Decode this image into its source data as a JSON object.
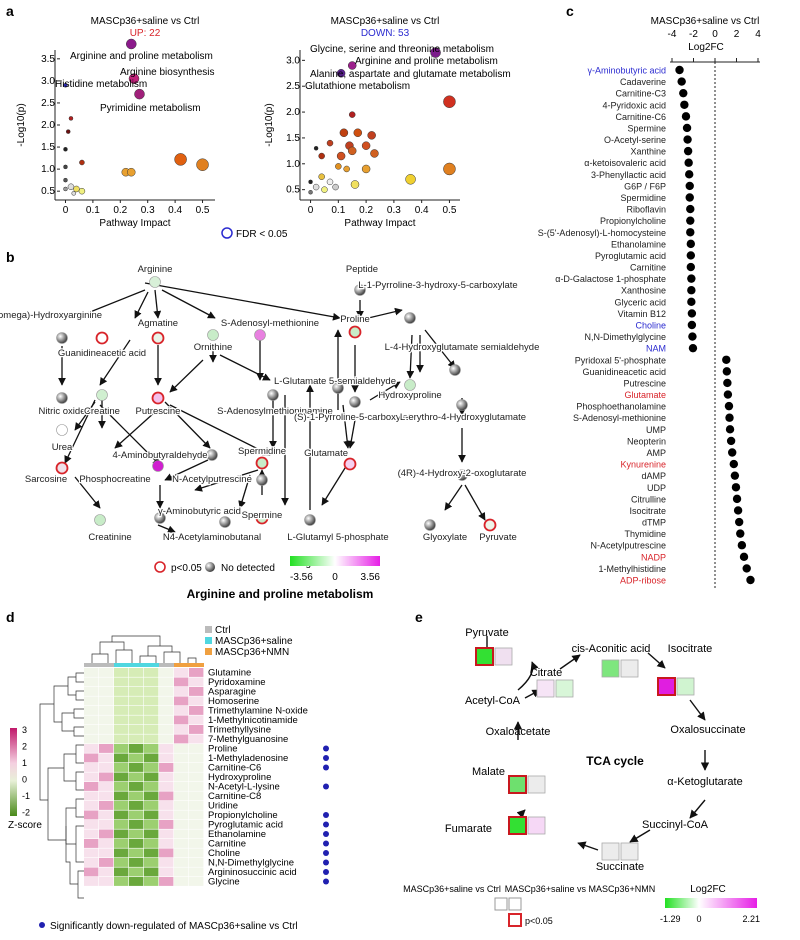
{
  "panel_labels": {
    "a": "a",
    "b": "b",
    "c": "c",
    "d": "d",
    "e": "e"
  },
  "colors": {
    "up": "#d8242a",
    "down": "#2b2bd0",
    "grad_low": "#22e022",
    "grad_high": "#e61ee6"
  },
  "panel_a": {
    "left": {
      "title": "MASCp36+saline vs Ctrl",
      "subtitle": "UP: 22",
      "xlabel": "Pathway Impact",
      "ylabel": "-Log10(p)",
      "xticks": [
        "0",
        "0.1",
        "0.2",
        "0.3",
        "0.4",
        "0.5"
      ],
      "yticks": [
        "0.5",
        "1.0",
        "1.5",
        "2.0",
        "2.5",
        "3.0",
        "3.5"
      ],
      "annotations": [
        "Arginine and proline metabolism",
        "Arginine biosynthesis",
        "Histidine metabolism",
        "Pyrimidine metabolism"
      ]
    },
    "right": {
      "title": "MASCp36+saline vs Ctrl",
      "subtitle": "DOWN: 53",
      "xlabel": "Pathway Impact",
      "ylabel": "-Log10(p)",
      "xticks": [
        "0",
        "0.1",
        "0.2",
        "0.3",
        "0.4",
        "0.5"
      ],
      "yticks": [
        "0.5",
        "1.0",
        "1.5",
        "2.0",
        "2.5",
        "3.0"
      ],
      "annotations": [
        "Glycine, serine and threonine metabolism",
        "Arginine and proline metabolism",
        "Alanine, aspartate and glutamate metabolism",
        "Glutathione metabolism"
      ]
    },
    "legend": "FDR < 0.05"
  },
  "chart_data": [
    {
      "type": "scatter",
      "title": "MASCp36+saline vs Ctrl",
      "subtitle": "UP: 22",
      "xlabel": "Pathway Impact",
      "ylabel": "-Log10(p)",
      "xlim": [
        -0.02,
        0.52
      ],
      "ylim": [
        0.3,
        3.7
      ],
      "points": [
        {
          "x": 0.24,
          "y": 3.85,
          "color": "#8b1a8b",
          "r": 5
        },
        {
          "x": 0.25,
          "y": 3.05,
          "color": "#c0227a",
          "r": 5
        },
        {
          "x": 0.27,
          "y": 2.7,
          "color": "#a0207a",
          "r": 5
        },
        {
          "x": 0.0,
          "y": 2.9,
          "color": "#3030c0",
          "r": 2
        },
        {
          "x": 0.02,
          "y": 2.15,
          "color": "#b02020",
          "r": 2
        },
        {
          "x": 0.01,
          "y": 1.85,
          "color": "#6b1010",
          "r": 2
        },
        {
          "x": 0.0,
          "y": 1.45,
          "color": "#222",
          "r": 2
        },
        {
          "x": 0.06,
          "y": 1.15,
          "color": "#b03010",
          "r": 2.5
        },
        {
          "x": 0.0,
          "y": 1.05,
          "color": "#444",
          "r": 2
        },
        {
          "x": 0.42,
          "y": 1.22,
          "color": "#e06010",
          "r": 6
        },
        {
          "x": 0.5,
          "y": 1.1,
          "color": "#e08020",
          "r": 6
        },
        {
          "x": 0.22,
          "y": 0.93,
          "color": "#e8a030",
          "r": 4
        },
        {
          "x": 0.24,
          "y": 0.93,
          "color": "#e8a030",
          "r": 4
        },
        {
          "x": 0.0,
          "y": 0.75,
          "color": "#555",
          "r": 2
        },
        {
          "x": 0.02,
          "y": 0.6,
          "color": "#ddd",
          "r": 3
        },
        {
          "x": 0.04,
          "y": 0.55,
          "color": "#f0e060",
          "r": 3
        },
        {
          "x": 0.06,
          "y": 0.5,
          "color": "#f0f080",
          "r": 3
        },
        {
          "x": 0.0,
          "y": 0.55,
          "color": "#999",
          "r": 2
        },
        {
          "x": 0.03,
          "y": 0.45,
          "color": "#ddd",
          "r": 2
        }
      ]
    },
    {
      "type": "scatter",
      "title": "MASCp36+saline vs Ctrl",
      "subtitle": "DOWN: 53",
      "xlabel": "Pathway Impact",
      "ylabel": "-Log10(p)",
      "xlim": [
        -0.02,
        0.52
      ],
      "ylim": [
        0.3,
        3.2
      ],
      "points": [
        {
          "x": 0.45,
          "y": 3.15,
          "color": "#7b1a8b",
          "r": 5
        },
        {
          "x": 0.15,
          "y": 2.9,
          "color": "#9b208b",
          "r": 4
        },
        {
          "x": 0.11,
          "y": 2.75,
          "color": "#5a2090",
          "r": 4
        },
        {
          "x": 0.5,
          "y": 2.2,
          "color": "#d03020",
          "r": 6
        },
        {
          "x": 0.15,
          "y": 1.95,
          "color": "#b02020",
          "r": 3
        },
        {
          "x": 0.12,
          "y": 1.6,
          "color": "#c04010",
          "r": 4
        },
        {
          "x": 0.17,
          "y": 1.6,
          "color": "#d05010",
          "r": 4
        },
        {
          "x": 0.07,
          "y": 1.4,
          "color": "#c04020",
          "r": 3
        },
        {
          "x": 0.14,
          "y": 1.35,
          "color": "#c04020",
          "r": 4
        },
        {
          "x": 0.2,
          "y": 1.35,
          "color": "#d05020",
          "r": 4
        },
        {
          "x": 0.22,
          "y": 1.55,
          "color": "#c04020",
          "r": 4
        },
        {
          "x": 0.02,
          "y": 1.3,
          "color": "#222",
          "r": 2
        },
        {
          "x": 0.04,
          "y": 1.15,
          "color": "#b03010",
          "r": 3
        },
        {
          "x": 0.11,
          "y": 1.15,
          "color": "#d05020",
          "r": 4
        },
        {
          "x": 0.15,
          "y": 1.25,
          "color": "#d06020",
          "r": 4
        },
        {
          "x": 0.23,
          "y": 1.2,
          "color": "#d06020",
          "r": 4
        },
        {
          "x": 0.5,
          "y": 0.9,
          "color": "#e08020",
          "r": 6
        },
        {
          "x": 0.1,
          "y": 0.95,
          "color": "#e09020",
          "r": 3
        },
        {
          "x": 0.13,
          "y": 0.9,
          "color": "#e8a030",
          "r": 3
        },
        {
          "x": 0.2,
          "y": 0.9,
          "color": "#e8a030",
          "r": 4
        },
        {
          "x": 0.36,
          "y": 0.7,
          "color": "#f0d030",
          "r": 5
        },
        {
          "x": 0.16,
          "y": 0.6,
          "color": "#f0e060",
          "r": 4
        },
        {
          "x": 0.04,
          "y": 0.75,
          "color": "#e8c040",
          "r": 3
        },
        {
          "x": 0.07,
          "y": 0.65,
          "color": "#eee",
          "r": 3
        },
        {
          "x": 0.02,
          "y": 0.55,
          "color": "#ddd",
          "r": 3
        },
        {
          "x": 0.05,
          "y": 0.5,
          "color": "#f0f080",
          "r": 3
        },
        {
          "x": 0.0,
          "y": 0.65,
          "color": "#222",
          "r": 2
        },
        {
          "x": 0.09,
          "y": 0.55,
          "color": "#ccc",
          "r": 3
        },
        {
          "x": 0.0,
          "y": 0.45,
          "color": "#777",
          "r": 2
        }
      ]
    },
    {
      "type": "scatter",
      "title": "MASCp36+saline vs Ctrl",
      "xlabel": "Log2FC",
      "xlim": [
        -4,
        4
      ],
      "xticks": [
        -4,
        -2,
        0,
        2,
        4
      ],
      "metabolites": [
        {
          "name": "γ-Aminobutyric acid",
          "value": -3.3,
          "color": "#2b2bd0"
        },
        {
          "name": "Cadaverine",
          "value": -3.1,
          "color": "#222"
        },
        {
          "name": "Carnitine-C3",
          "value": -2.95,
          "color": "#222"
        },
        {
          "name": "4-Pyridoxic acid",
          "value": -2.85,
          "color": "#222"
        },
        {
          "name": "Carnitine-C6",
          "value": -2.7,
          "color": "#222"
        },
        {
          "name": "Spermine",
          "value": -2.6,
          "color": "#222"
        },
        {
          "name": "O-Acetyl-serine",
          "value": -2.55,
          "color": "#222"
        },
        {
          "name": "Xanthine",
          "value": -2.5,
          "color": "#222"
        },
        {
          "name": "α-ketoisovaleric acid",
          "value": -2.45,
          "color": "#222"
        },
        {
          "name": "3-Phenyllactic acid",
          "value": -2.4,
          "color": "#222"
        },
        {
          "name": "G6P / F6P",
          "value": -2.35,
          "color": "#222"
        },
        {
          "name": "Spermidine",
          "value": -2.35,
          "color": "#222"
        },
        {
          "name": "Riboflavin",
          "value": -2.3,
          "color": "#222"
        },
        {
          "name": "Propionylcholine",
          "value": -2.3,
          "color": "#222"
        },
        {
          "name": "S-(5'-Adenosyl)-L-homocysteine",
          "value": -2.3,
          "color": "#222"
        },
        {
          "name": "Ethanolamine",
          "value": -2.25,
          "color": "#222"
        },
        {
          "name": "Pyroglutamic acid",
          "value": -2.25,
          "color": "#222"
        },
        {
          "name": "Carnitine",
          "value": -2.25,
          "color": "#222"
        },
        {
          "name": "α-D-Galactose 1-phosphate",
          "value": -2.2,
          "color": "#222"
        },
        {
          "name": "Xanthosine",
          "value": -2.2,
          "color": "#222"
        },
        {
          "name": "Glyceric acid",
          "value": -2.2,
          "color": "#222"
        },
        {
          "name": "Vitamin B12",
          "value": -2.15,
          "color": "#222"
        },
        {
          "name": "Choline",
          "value": -2.15,
          "color": "#2b2bd0"
        },
        {
          "name": "N,N-Dimethylglycine",
          "value": -2.1,
          "color": "#222"
        },
        {
          "name": "NAM",
          "value": -2.05,
          "color": "#2b2bd0"
        },
        {
          "name": "Pyridoxal 5'-phosphate",
          "value": 1.05,
          "color": "#222"
        },
        {
          "name": "Guanidineacetic acid",
          "value": 1.1,
          "color": "#222"
        },
        {
          "name": "Putrescine",
          "value": 1.15,
          "color": "#222"
        },
        {
          "name": "Glutamate",
          "value": 1.2,
          "color": "#d8242a"
        },
        {
          "name": "Phosphoethanolamine",
          "value": 1.3,
          "color": "#222"
        },
        {
          "name": "S-Adenosyl-methionine",
          "value": 1.35,
          "color": "#222"
        },
        {
          "name": "UMP",
          "value": 1.4,
          "color": "#222"
        },
        {
          "name": "Neopterin",
          "value": 1.5,
          "color": "#222"
        },
        {
          "name": "AMP",
          "value": 1.6,
          "color": "#222"
        },
        {
          "name": "Kynurenine",
          "value": 1.75,
          "color": "#d8242a"
        },
        {
          "name": "dAMP",
          "value": 1.85,
          "color": "#222"
        },
        {
          "name": "UDP",
          "value": 1.95,
          "color": "#222"
        },
        {
          "name": "Citrulline",
          "value": 2.05,
          "color": "#222"
        },
        {
          "name": "Isocitrate",
          "value": 2.15,
          "color": "#222"
        },
        {
          "name": "dTMP",
          "value": 2.25,
          "color": "#222"
        },
        {
          "name": "Thymidine",
          "value": 2.35,
          "color": "#222"
        },
        {
          "name": "N-Acetylputrescine",
          "value": 2.5,
          "color": "#222"
        },
        {
          "name": "NADP",
          "value": 2.7,
          "color": "#d8242a"
        },
        {
          "name": "1-Methylhistidine",
          "value": 2.95,
          "color": "#222"
        },
        {
          "name": "ADP-ribose",
          "value": 3.3,
          "color": "#d8242a"
        }
      ]
    }
  ],
  "panel_b": {
    "title": "Arginine and proline metabolism",
    "nodes": [
      "Arginine",
      "N(omega)-Hydroxyarginine",
      "Guanidineacetic acid",
      "Agmatine",
      "S-Adenosyl-methionine",
      "Ornithine",
      "Nitric oxide",
      "Creatine",
      "Putrescine",
      "S-Adenosylmethioninamine",
      "L-Glutamate 5-semialdehyde",
      "Peptide",
      "Proline",
      "L-1-Pyrroline-3-hydroxy-5-carboxylate",
      "L-4-Hydroxyglutamate semialdehyde",
      "Hydroxyproline",
      "(S)-1-Pyrroline-5-carboxylate",
      "L-erythro-4-Hydroxyglutamate",
      "Urea",
      "4-Aminobutyraldehyde",
      "Spermidine",
      "Glutamate",
      "Sarcosine",
      "Phosphocreatine",
      "N-Acetylputrescine",
      "(4R)-4-Hydroxy-2-oxoglutarate",
      "γ-Aminobutyric acid",
      "Spermine",
      "Creatinine",
      "N4-Acetylaminobutanal",
      "L-Glutamyl 5-phosphate",
      "Glyoxylate",
      "Pyruvate"
    ],
    "legend_p": "p<0.05",
    "legend_nd": "No detected",
    "legend_fc": "Log2FC",
    "fc_min": "-3.56",
    "fc_mid": "0",
    "fc_max": "3.56"
  },
  "panel_c": {
    "title": "MASCp36+saline vs Ctrl",
    "xlabel": "Log2FC",
    "xticks": [
      "-4",
      "-2",
      "0",
      "2",
      "4"
    ]
  },
  "panel_d": {
    "legend": [
      "Ctrl",
      "MASCp36+saline",
      "MASCp36+NMN"
    ],
    "legend_colors": [
      "#bbbbbb",
      "#4fd7e0",
      "#f0a040"
    ],
    "rows": [
      "Glutamine",
      "Pyridoxamine",
      "Asparagine",
      "Homoserine",
      "Trimethylamine N-oxide",
      "1-Methylnicotinamide",
      "Trimethyllysine",
      "7-Methylguanosine",
      "Proline",
      "1-Methyladenosine",
      "Carnitine-C6",
      "Hydroxyproline",
      "N-Acetyl-L-lysine",
      "Carnitine-C8",
      "Uridine",
      "Propionylcholine",
      "Pyroglutamic acid",
      "Ethanolamine",
      "Carnitine",
      "Choline",
      "N,N-Dimethylglycine",
      "Argininosuccinic acid",
      "Glycine"
    ],
    "dots": [
      false,
      false,
      false,
      false,
      false,
      false,
      false,
      false,
      true,
      true,
      true,
      false,
      true,
      false,
      false,
      true,
      true,
      true,
      true,
      true,
      true,
      true,
      true
    ],
    "zscore_label": "Z-score",
    "zscore_ticks": [
      "3",
      "2",
      "1",
      "0",
      "-1",
      "-2"
    ],
    "footnote": "Significantly down-regulated of MASCp36+saline vs Ctrl"
  },
  "panel_e": {
    "center": "TCA cycle",
    "nodes": [
      "Pyruvate",
      "Acetyl-CoA",
      "Citrate",
      "cis-Aconitic acid",
      "Isocitrate",
      "Oxalosuccinate",
      "α-Ketoglutarate",
      "Succinyl-CoA",
      "Succinate",
      "Fumarate",
      "Malate",
      "Oxaloacetate"
    ],
    "legend_left": "MASCp36+saline vs Ctrl",
    "legend_right": "MASCp36+saline vs MASCp36+NMN",
    "legend_p": "p<0.05",
    "legend_fc": "Log2FC",
    "fc_min": "-1.29",
    "fc_mid": "0",
    "fc_max": "2.21"
  }
}
